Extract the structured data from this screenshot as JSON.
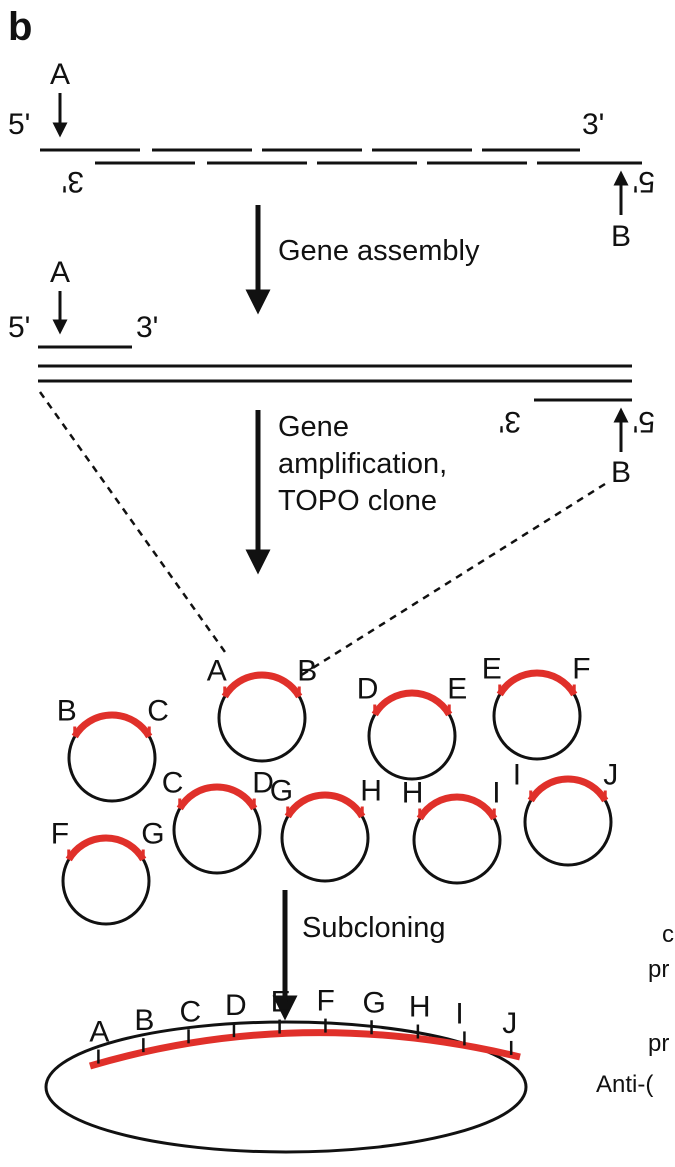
{
  "panel_label": "b",
  "top_strands": {
    "primer_a": "A",
    "primer_b": "B",
    "five_prime": "5'",
    "three_prime": "3'"
  },
  "steps": {
    "assembly": "Gene assembly",
    "amplification": [
      "Gene",
      "amplification,",
      "TOPO clone"
    ],
    "subcloning": "Subcloning"
  },
  "fragments": [
    {
      "left": "A",
      "right": "B"
    },
    {
      "left": "B",
      "right": "C"
    },
    {
      "left": "D",
      "right": "E"
    },
    {
      "left": "E",
      "right": "F"
    },
    {
      "left": "C",
      "right": "D"
    },
    {
      "left": "G",
      "right": "H"
    },
    {
      "left": "H",
      "right": "I"
    },
    {
      "left": "I",
      "right": "J"
    },
    {
      "left": "F",
      "right": "G"
    }
  ],
  "final_sites": [
    "A",
    "B",
    "C",
    "D",
    "E",
    "F",
    "G",
    "H",
    "I",
    "J"
  ],
  "cut_off_text": [
    "c",
    "pr",
    "pr",
    "Anti-("
  ],
  "colors": {
    "insert": "#e0302a",
    "line": "#111111",
    "background": "#ffffff"
  }
}
